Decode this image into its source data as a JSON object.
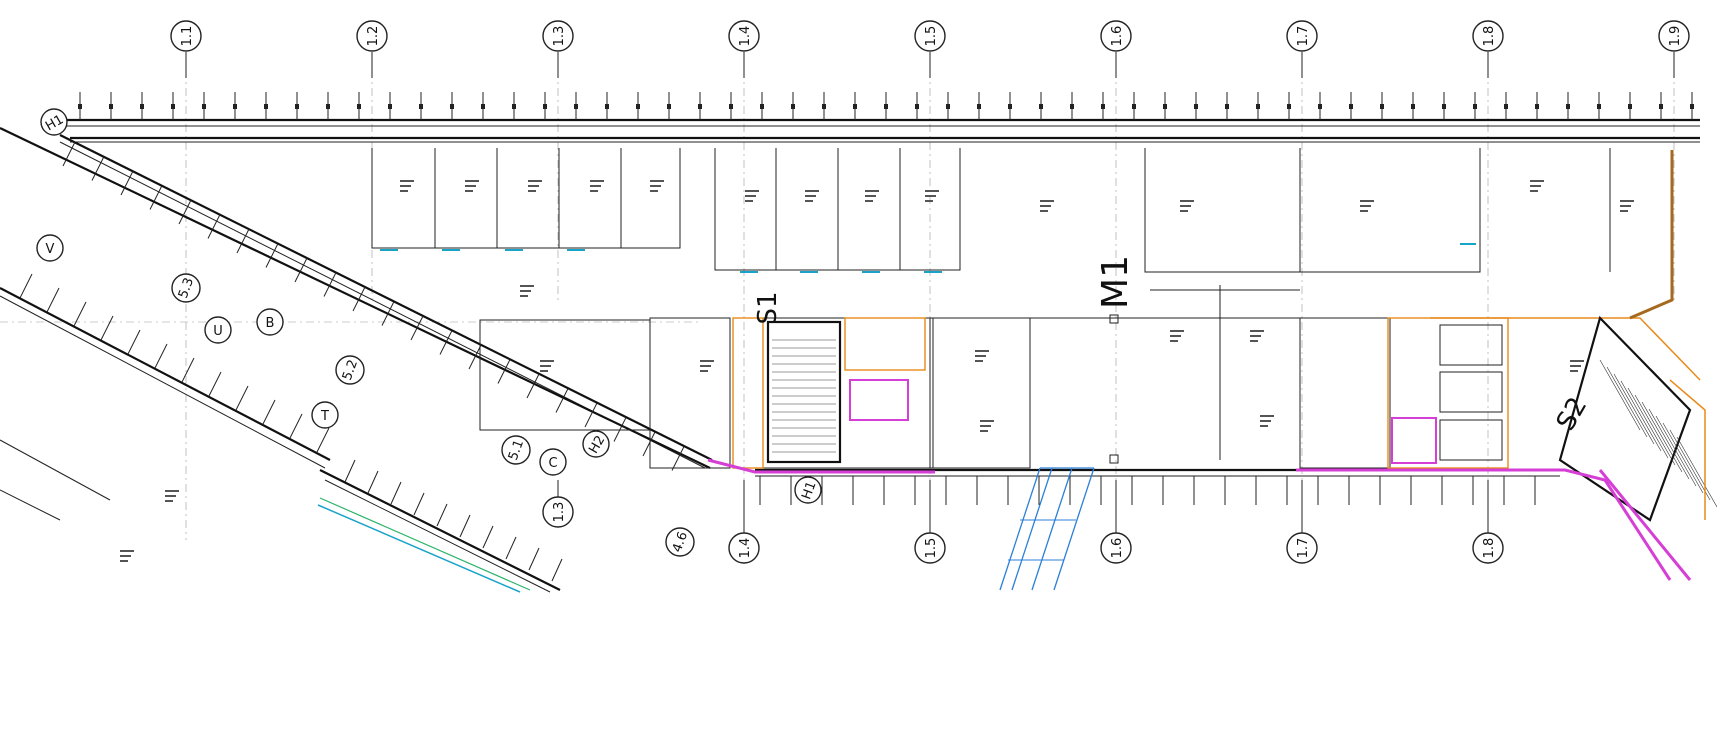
{
  "grid_top": [
    "1.1",
    "1.2",
    "1.3",
    "1.4",
    "1.5",
    "1.6",
    "1.7",
    "1.8",
    "1.9"
  ],
  "grid_bottom": [
    "1.3",
    "1.4",
    "1.5",
    "1.6",
    "1.7",
    "1.8"
  ],
  "axis_labels": {
    "h1_top": "H1",
    "h1_bottom": "H1",
    "h2": "H2",
    "v": "V",
    "u": "U",
    "t": "T",
    "b": "B",
    "c": "C",
    "g53": "5.3",
    "g52": "5.2",
    "g51": "5.1",
    "g46": "4.6"
  },
  "zone_labels": {
    "s1": "S1",
    "m1": "M1",
    "s2": "S2"
  },
  "colors": {
    "wall": "#111111",
    "accent_magenta": "#d63fd6",
    "accent_orange": "#e88a1a",
    "accent_blue": "#2b7fd9",
    "accent_cyan": "#1aa3c9",
    "accent_brown": "#a56a1d"
  }
}
